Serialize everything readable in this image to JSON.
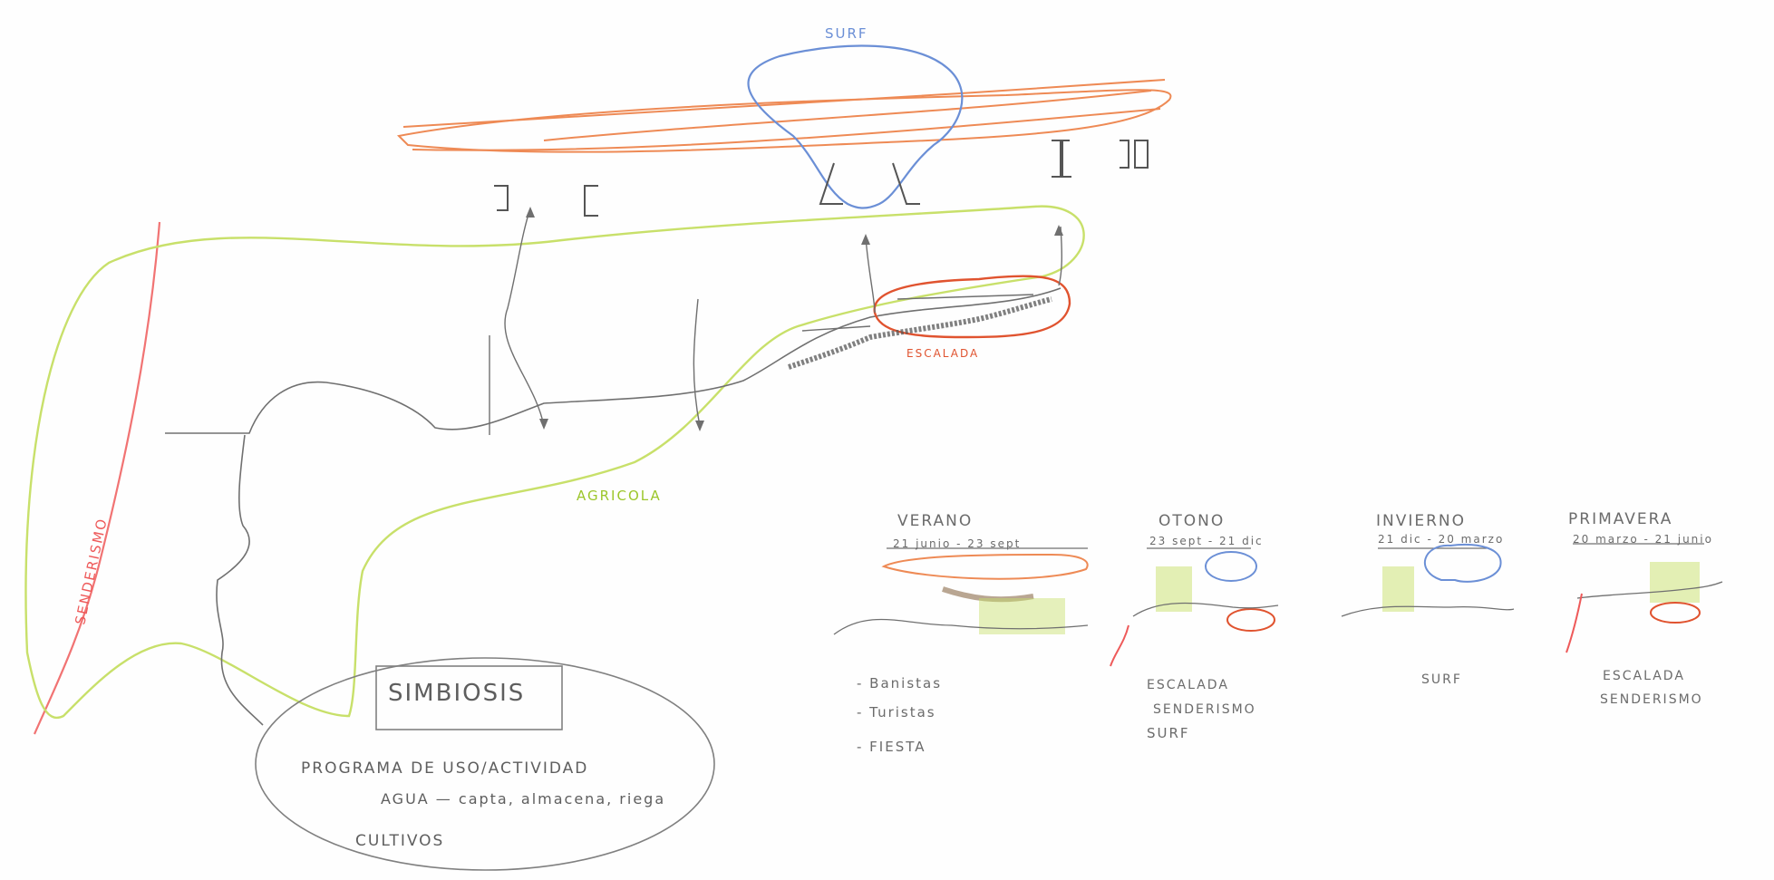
{
  "map": {
    "labels": {
      "surf": "SURF",
      "escalada": "ESCALADA",
      "agricola": "AGRICOLA",
      "senderismo": "SENDERISMO"
    }
  },
  "seasons": [
    {
      "name": "VERANO",
      "dates": "21 junio - 23 sept",
      "activities": [
        "- Banistas",
        "- Turistas",
        "- FIESTA"
      ]
    },
    {
      "name": "OTONO",
      "dates": "23 sept - 21 dic",
      "activities": [
        "ESCALADA",
        "SENDERISMO",
        "SURF"
      ]
    },
    {
      "name": "INVIERNO",
      "dates": "21 dic - 20 marzo",
      "activities": [
        "SURF"
      ]
    },
    {
      "name": "PRIMAVERA",
      "dates": "20 marzo - 21 junio",
      "activities": [
        "ESCALADA",
        "SENDERISMO"
      ]
    }
  ],
  "symbiosis": {
    "title": "SIMBIOSIS",
    "line1": "PROGRAMA DE USO/ACTIVIDAD",
    "line2": "AGUA — capta, almacena, riega",
    "line3": "CULTIVOS"
  },
  "colors": {
    "surf": "#6b8fd6",
    "beach": "#ee8a55",
    "agricola": "#a6cf2f",
    "escalada": "#e0532f",
    "senderismo": "#ee5a5a",
    "pencil": "#707070"
  }
}
